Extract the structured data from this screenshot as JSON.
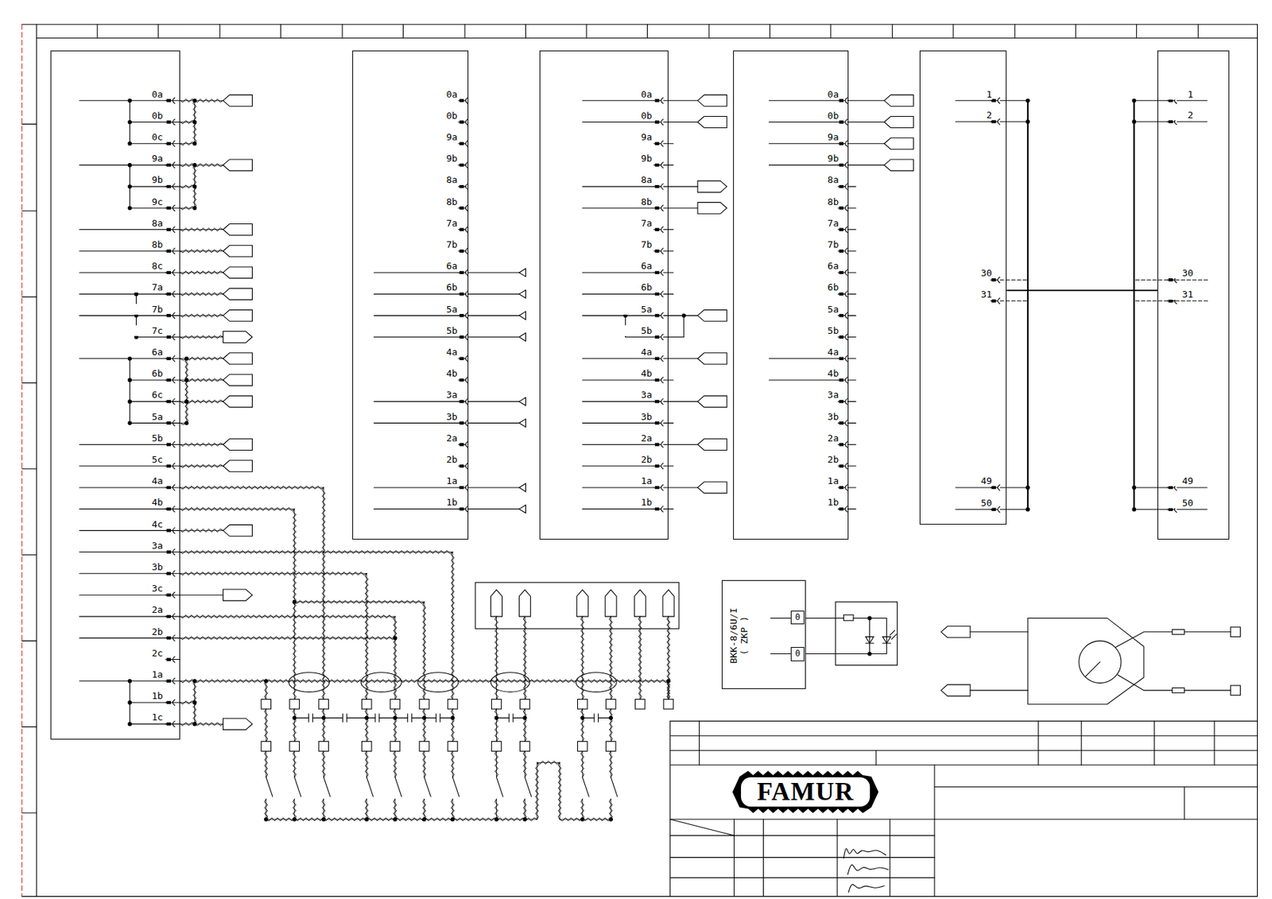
{
  "diagram": {
    "nodes": [
      {
        "text": [
          "0a",
          "0b",
          "0c",
          "9a",
          "9b",
          "9c",
          "8a",
          "8b",
          "8c",
          "7a",
          "7b",
          "7c",
          "6a",
          "6b",
          "6c",
          "5a",
          "5b",
          "5c",
          "4a",
          "4b",
          "4c",
          "3a",
          "3b",
          "3c",
          "2a",
          "2b",
          "2c",
          "1a",
          "1b",
          "1c"
        ]
      },
      {
        "text": [
          "0a",
          "0b",
          "9a",
          "9b",
          "8a",
          "8b",
          "7a",
          "7b",
          "6a",
          "6b",
          "5a",
          "5b",
          "4a",
          "4b",
          "3a",
          "3b",
          "2a",
          "2b",
          "1a",
          "1b"
        ]
      },
      {
        "text": [
          "0a",
          "0b",
          "9a",
          "9b",
          "8a",
          "8b",
          "7a",
          "7b",
          "6a",
          "6b",
          "5a",
          "5b",
          "4a",
          "4b",
          "3a",
          "3b",
          "2a",
          "2b",
          "1a",
          "1b"
        ]
      },
      {
        "text": [
          "0a",
          "0b",
          "9a",
          "9b",
          "8a",
          "8b",
          "7a",
          "7b",
          "6a",
          "6b",
          "5a",
          "5b",
          "4a",
          "4b",
          "3a",
          "3b",
          "2a",
          "2b",
          "1a",
          "1b"
        ]
      },
      {
        "text": [
          "1",
          "2",
          "30",
          "31",
          "49",
          "50"
        ]
      },
      {
        "text": [
          "1",
          "2",
          "30",
          "31",
          "49",
          "50"
        ]
      },
      {
        "text": [
          "BKK-8/6U/I ( ZKP )"
        ]
      },
      {
        "text": [
          "0"
        ],
        "in": 6
      },
      {
        "text": [
          "0"
        ],
        "in": 6
      },
      {
        "text": [
          "FAMUR"
        ]
      }
    ],
    "edges": [
      {
        "from": 4,
        "to": 5,
        "arrow": "none"
      }
    ]
  }
}
